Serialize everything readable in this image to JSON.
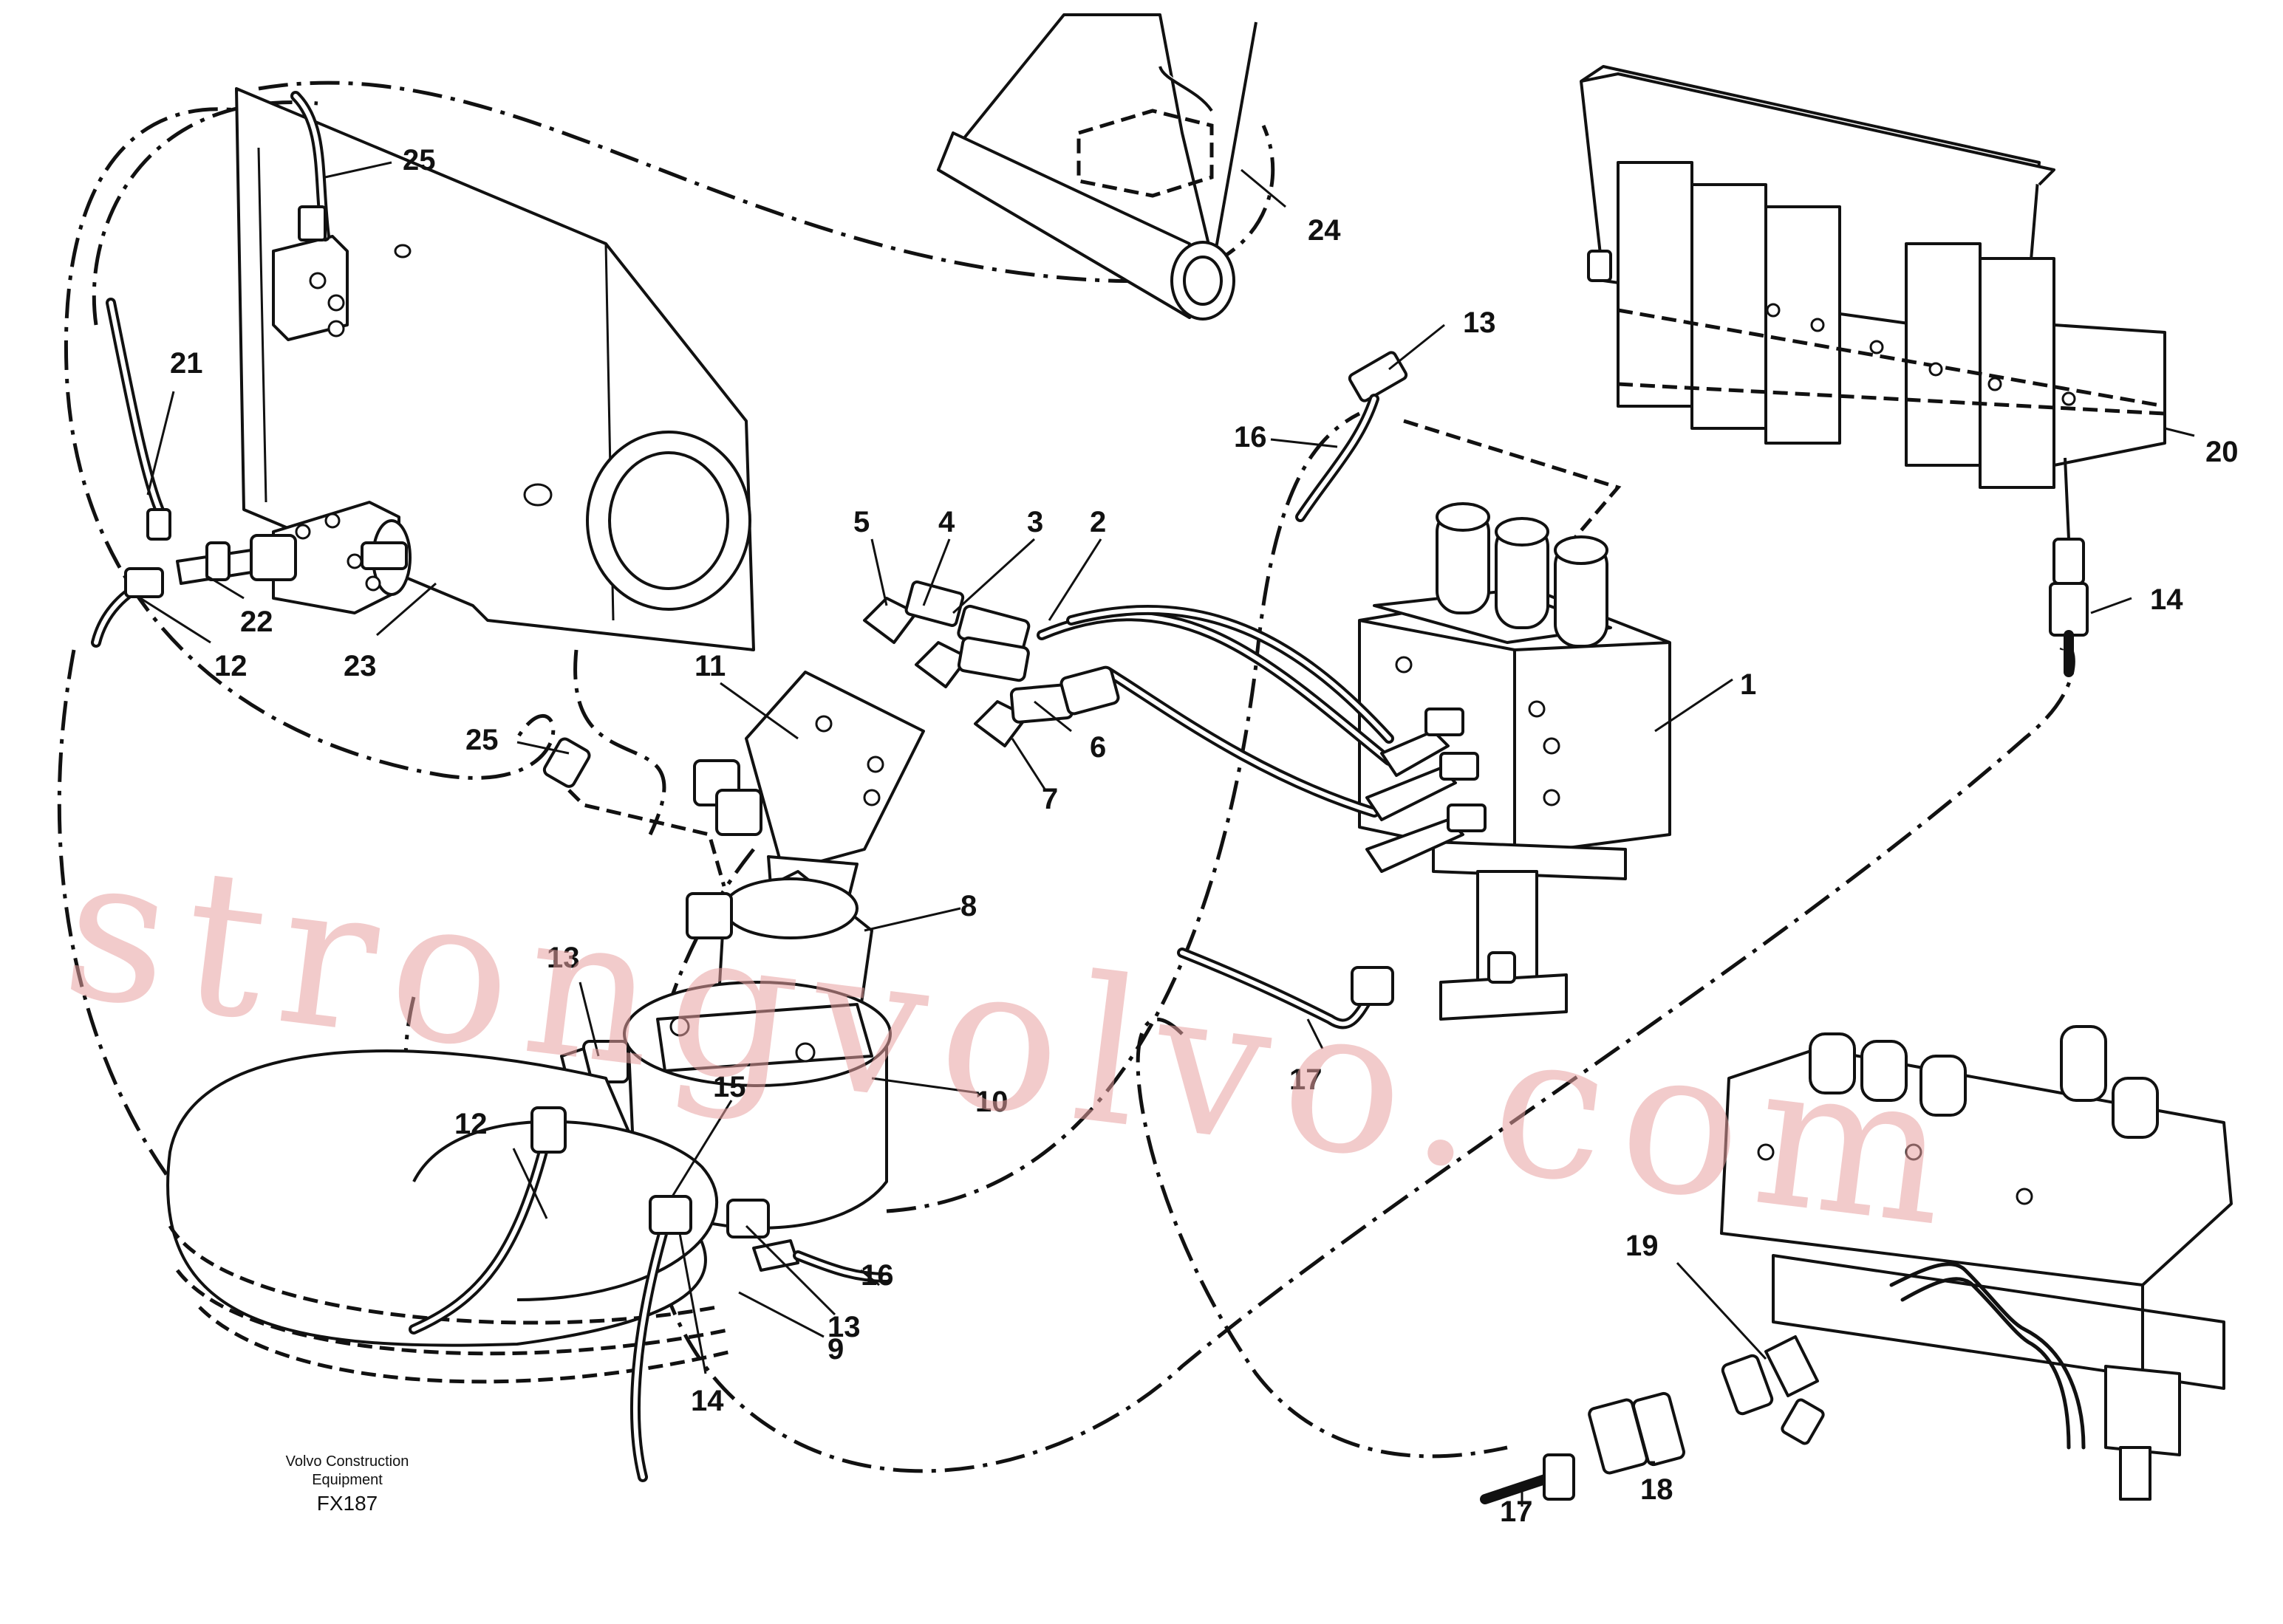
{
  "callouts": {
    "c1": "1",
    "c2": "2",
    "c3": "3",
    "c4": "4",
    "c5": "5",
    "c6": "6",
    "c7": "7",
    "c8": "8",
    "c9": "9",
    "c10": "10",
    "c11": "11",
    "c12a": "12",
    "c12b": "12",
    "c13a": "13",
    "c13b": "13",
    "c13c": "13",
    "c14a": "14",
    "c14b": "14",
    "c15": "15",
    "c16a": "16",
    "c16b": "16",
    "c17a": "17",
    "c17b": "17",
    "c18": "18",
    "c19": "19",
    "c20": "20",
    "c21": "21",
    "c22": "22",
    "c23": "23",
    "c24": "24",
    "c25a": "25",
    "c25b": "25"
  },
  "footer": {
    "line1": "Volvo Construction",
    "line2": "Equipment",
    "code": "FX187"
  },
  "watermark": "strongvolvo.com",
  "colors": {
    "ink": "#111111",
    "watermark": "#e8a0a0"
  }
}
